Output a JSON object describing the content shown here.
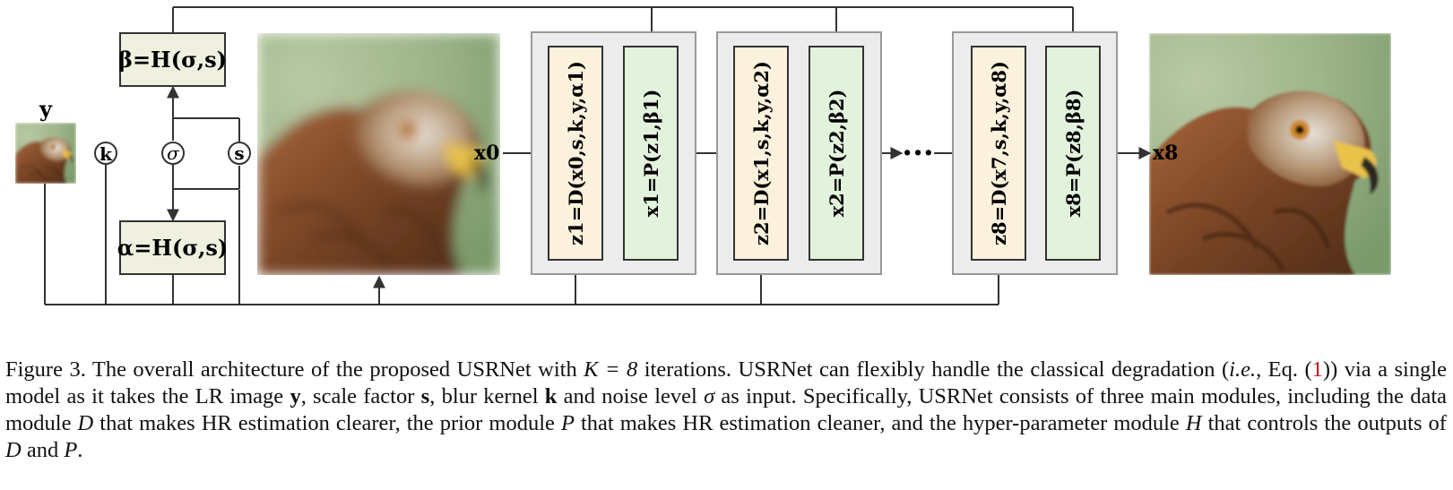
{
  "figure": {
    "y_label": "y",
    "k_label": "k",
    "sigma_label": "σ",
    "s_label": "s",
    "beta_box": "β=H(σ,s)",
    "alpha_box": "α=H(σ,s)",
    "x0_label": "x0",
    "x8_label": "x8",
    "stages": [
      {
        "data": "z1=D(x0,s,k,y,α1)",
        "prior": "x1=P(z1,β1)"
      },
      {
        "data": "z2=D(x1,s,k,y,α2)",
        "prior": "x2=P(z2,β2)"
      },
      {
        "data": "z8=D(x7,s,k,y,α8)",
        "prior": "x8=P(z8,β8)"
      }
    ],
    "ellipsis": "···",
    "colors": {
      "module_bg": "#ececec",
      "data_box": "#fcf1dc",
      "prior_box": "#e3f2dc",
      "hyper_box": "#f0f0e0",
      "line": "#333333"
    },
    "images": [
      "lr-eagle-thumbnail",
      "blurry-eagle-x0",
      "sharp-eagle-x8"
    ]
  },
  "caption": {
    "label": "Figure 3.",
    "s1": " The overall architecture of the proposed USRNet with ",
    "m1": "K = 8",
    "s2": " iterations. USRNet can flexibly handle the classical degradation (",
    "ie": "i.e.",
    "s3": ", Eq. (",
    "ref": "1",
    "s4": ")) via a single model as it takes the LR image ",
    "m2": "y",
    "s5": ", scale factor ",
    "m3": "s",
    "s6": ", blur kernel ",
    "m4": "k",
    "s7": " and noise level ",
    "m5": "σ",
    "s8": " as input. Specifically, USRNet consists of three main modules, including the data module ",
    "m6": "D",
    "s9": " that makes HR estimation clearer, the prior module ",
    "m7": "P",
    "s10": " that makes HR estimation cleaner, and the hyper-parameter module ",
    "m8": "H",
    "s11": " that controls the outputs of ",
    "m9": "D",
    "s12": " and ",
    "m10": "P",
    "s13": "."
  }
}
